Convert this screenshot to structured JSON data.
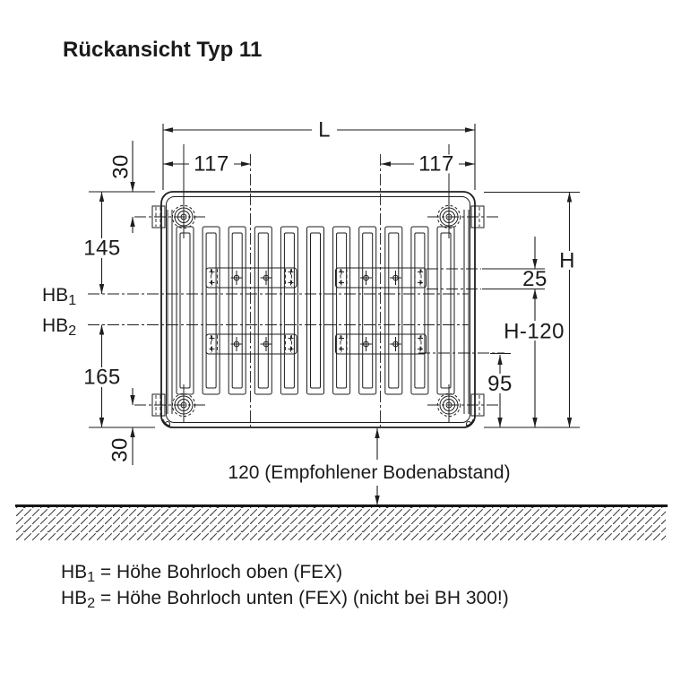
{
  "title": "Rückansicht Typ 11",
  "drawing": {
    "dim_L": "L",
    "dim_117_left": "117",
    "dim_117_right": "117",
    "dim_30_top": "30",
    "dim_145": "145",
    "label_HB1": {
      "term": "HB",
      "sub": "1"
    },
    "label_HB2": {
      "term": "HB",
      "sub": "2"
    },
    "dim_165": "165",
    "dim_30_bottom": "30",
    "dim_H": "H",
    "dim_25": "25",
    "dim_H_minus_120": "H-120",
    "dim_95": "95",
    "floor_clearance": "120 (Empfohlener Bodenabstand)"
  },
  "legend": {
    "hb1": {
      "term": "HB",
      "sub": "1",
      "definition": " = Höhe Bohrloch oben (FEX)"
    },
    "hb2": {
      "term": "HB",
      "sub": "2",
      "definition": " = Höhe Bohrloch unten (FEX) (nicht bei BH 300!)"
    }
  },
  "colors": {
    "line": "#1e1e1e",
    "background": "#ffffff"
  }
}
